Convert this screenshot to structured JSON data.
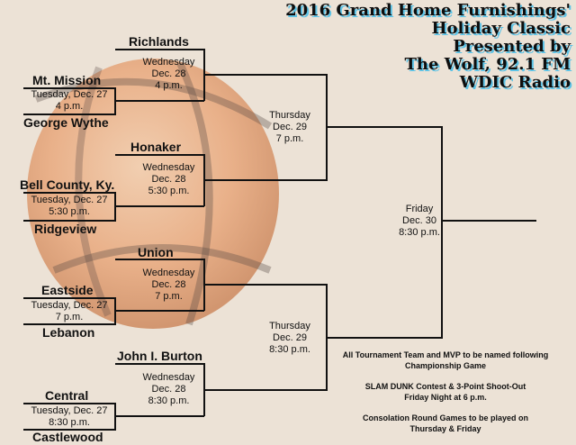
{
  "title_lines": [
    "2016 Grand Home Furnishings'",
    "Holiday Classic",
    "Presented by",
    "The Wolf, 92.1 FM",
    "WDIC Radio"
  ],
  "teams": {
    "richlands": "Richlands",
    "mt_mission": "Mt. Mission",
    "george_wythe": "George Wythe",
    "honaker": "Honaker",
    "bell_county": "Bell County, Ky.",
    "ridgeview": "Ridgeview",
    "union": "Union",
    "eastside": "Eastside",
    "lebanon": "Lebanon",
    "john_i_burton": "John I. Burton",
    "central": "Central",
    "castlewood": "Castlewood"
  },
  "games": {
    "g1": [
      "Tuesday, Dec. 27",
      "4 p.m."
    ],
    "g2": [
      "Tuesday, Dec. 27",
      "5:30 p.m."
    ],
    "g3": [
      "Tuesday, Dec. 27",
      "7 p.m."
    ],
    "g4": [
      "Tuesday, Dec. 27",
      "8:30 p.m."
    ],
    "q1": [
      "Wednesday",
      "Dec. 28",
      "4 p.m."
    ],
    "q2": [
      "Wednesday",
      "Dec. 28",
      "5:30 p.m."
    ],
    "q3": [
      "Wednesday",
      "Dec. 28",
      "7 p.m."
    ],
    "q4": [
      "Wednesday",
      "Dec. 28",
      "8:30 p.m."
    ],
    "s1": [
      "Thursday",
      "Dec. 29",
      "7 p.m."
    ],
    "s2": [
      "Thursday",
      "Dec. 29",
      "8:30 p.m."
    ],
    "final": [
      "Friday",
      "Dec. 30",
      "8:30 p.m."
    ]
  },
  "notes": [
    "All Tournament Team and MVP to be named following",
    "Championship Game",
    "SLAM DUNK Contest & 3-Point Shoot-Out",
    "Friday Night at 6 p.m.",
    "Consolation Round Games to be played on",
    "Thursday & Friday"
  ],
  "colors": {
    "background": "#ece2d6",
    "title_shadow": "#5ec3e6",
    "ball": "#e79a62",
    "lines": "#111111"
  }
}
